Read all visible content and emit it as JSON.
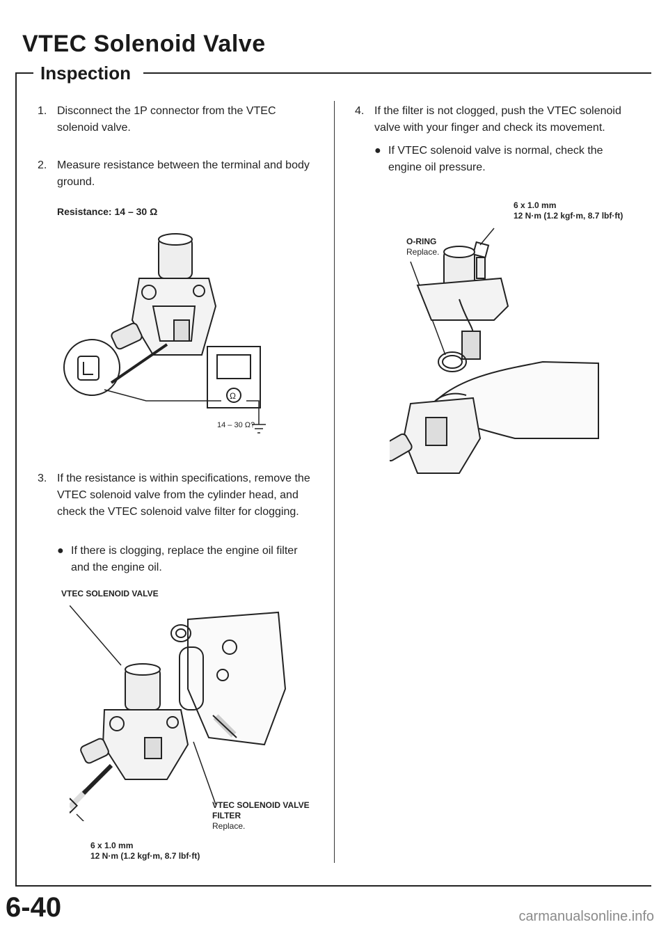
{
  "page": {
    "title": "VTEC Solenoid Valve",
    "section": "Inspection",
    "page_number": "6-40",
    "watermark": "carmanualsonline.info"
  },
  "steps": [
    {
      "num": "1.",
      "text": "Disconnect the 1P connector from the VTEC solenoid valve."
    },
    {
      "num": "2.",
      "text": "Measure resistance between the terminal and body ground."
    },
    {
      "num": "3.",
      "text": "If the resistance is within specifications, remove the VTEC solenoid valve from the cylinder head, and check the VTEC solenoid valve filter for clogging."
    },
    {
      "num": "4.",
      "text": "If the filter is not clogged, push the VTEC solenoid valve with your finger and check its movement."
    }
  ],
  "spec": {
    "resistance": "Resistance: 14 – 30 Ω"
  },
  "bullets": {
    "step3": "If there is clogging, replace the engine oil filter and the engine oil.",
    "step4": "If VTEC solenoid valve is normal, check the engine oil pressure."
  },
  "figure1": {
    "meter_reading": "14 – 30 Ω?"
  },
  "figure2": {
    "solenoid_label": "VTEC SOLENOID VALVE",
    "filter_label": "VTEC SOLENOID VALVE FILTER",
    "filter_note": "Replace.",
    "bolt_size": "6 x 1.0 mm",
    "bolt_torque": "12 N·m (1.2 kgf·m, 8.7 lbf·ft)"
  },
  "figure3": {
    "oring_label": "O-RING",
    "oring_note": "Replace.",
    "bolt_size": "6 x 1.0 mm",
    "bolt_torque": "12 N·m (1.2 kgf·m, 8.7 lbf·ft)"
  }
}
